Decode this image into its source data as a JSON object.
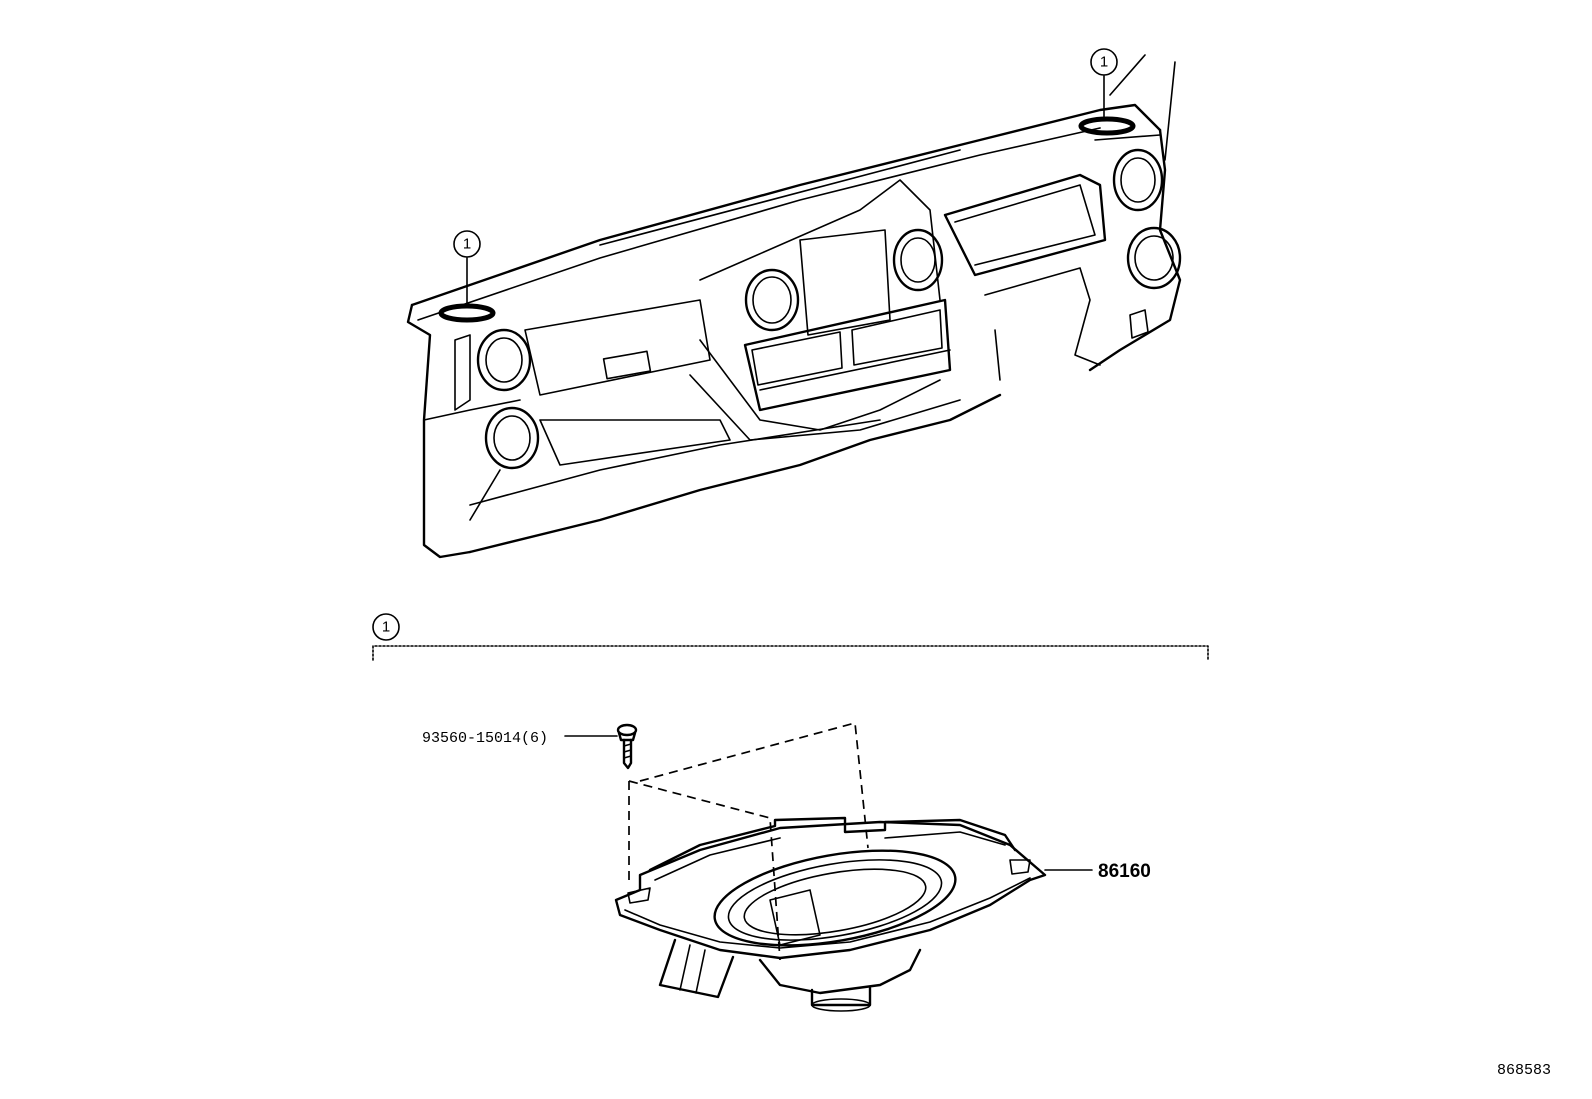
{
  "callouts": {
    "circle_marker": "1"
  },
  "parts": {
    "screw_part_number": "93560-15014(6)",
    "speaker_part_number": "86160"
  },
  "diagram_id": "868583"
}
